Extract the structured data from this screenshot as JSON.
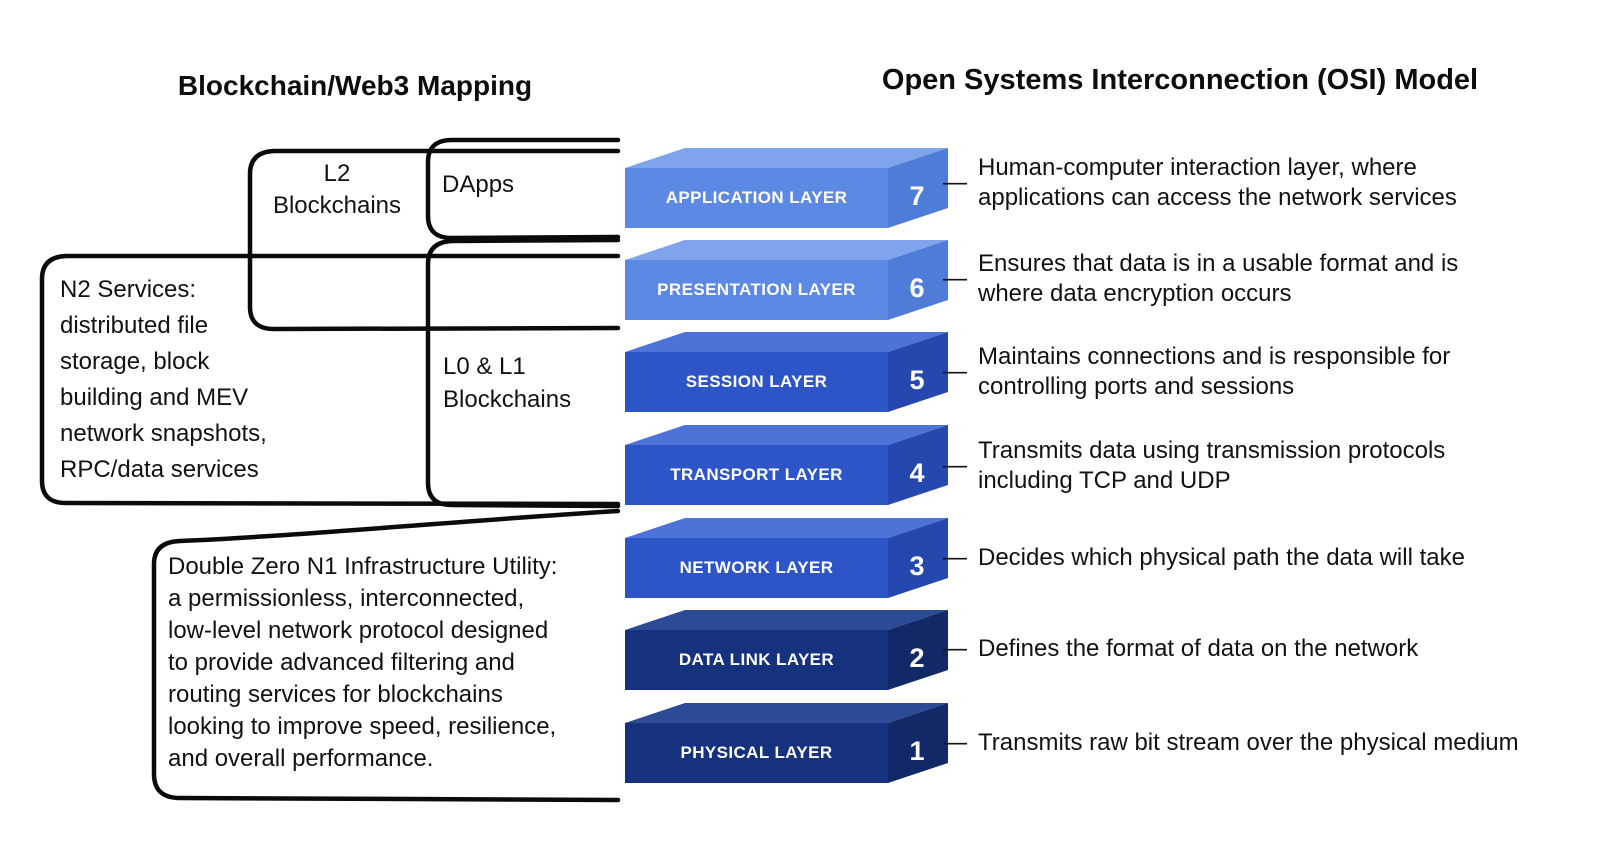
{
  "titles": {
    "left": "Blockchain/Web3 Mapping",
    "right": "Open Systems Interconnection (OSI) Model"
  },
  "ui": {
    "dash": "—"
  },
  "layers": [
    {
      "name": "APPLICATION LAYER",
      "number": "7",
      "description": "Human-computer interaction layer, where\napplications can access the network services",
      "colors": {
        "front": "#5b89e4",
        "top": "#7fa4ec",
        "side": "#4f7cd8"
      }
    },
    {
      "name": "PRESENTATION LAYER",
      "number": "6",
      "description": "Ensures that data is in a usable format and is\nwhere data encryption occurs",
      "colors": {
        "front": "#5b89e4",
        "top": "#7fa4ec",
        "side": "#4f7cd8"
      }
    },
    {
      "name": "SESSION LAYER",
      "number": "5",
      "description": "Maintains connections and is responsible for\ncontrolling ports and sessions",
      "colors": {
        "front": "#2d55c8",
        "top": "#4e73d8",
        "side": "#2548b0"
      }
    },
    {
      "name": "TRANSPORT LAYER",
      "number": "4",
      "description": "Transmits data using transmission protocols\nincluding TCP and UDP",
      "colors": {
        "front": "#2d55c8",
        "top": "#4e73d8",
        "side": "#2548b0"
      }
    },
    {
      "name": "NETWORK LAYER",
      "number": "3",
      "description": "Decides which physical path the data will take",
      "colors": {
        "front": "#2d55c8",
        "top": "#4e73d8",
        "side": "#2548b0"
      }
    },
    {
      "name": "DATA LINK LAYER",
      "number": "2",
      "description": "Defines the format of data on the network",
      "colors": {
        "front": "#16317e",
        "top": "#2c4a96",
        "side": "#122968"
      }
    },
    {
      "name": "PHYSICAL LAYER",
      "number": "1",
      "description": "Transmits raw bit stream over the physical medium",
      "colors": {
        "front": "#16317e",
        "top": "#2c4a96",
        "side": "#122968"
      }
    }
  ],
  "mappings": {
    "l2": "L2\nBlockchains",
    "dapps": "DApps",
    "n2": "N2 Services:\ndistributed file\nstorage, block\nbuilding and MEV\nnetwork snapshots,\nRPC/data services",
    "l0l1": "L0 & L1\nBlockchains",
    "doublezero": "Double Zero N1 Infrastructure Utility:\na permissionless, interconnected,\nlow-level network protocol designed\nto provide advanced filtering and\nrouting services for blockchains\nlooking to improve speed, resilience,\nand overall performance."
  },
  "bracket_color": "#0b0b0b"
}
